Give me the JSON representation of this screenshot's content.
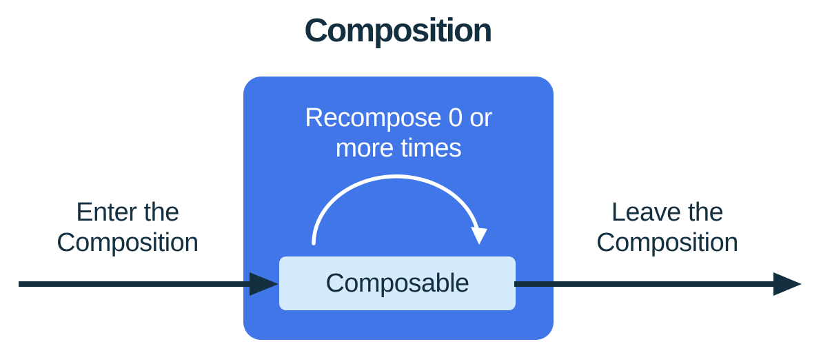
{
  "title": "Composition",
  "composition_box": {
    "recompose_lines": [
      "Recompose 0 or",
      "more times"
    ],
    "node_label": "Composable"
  },
  "enter_label_lines": [
    "Enter the",
    "Composition"
  ],
  "leave_label_lines": [
    "Leave the",
    "Composition"
  ],
  "icons": {
    "enter_arrow": "right-arrow",
    "leave_arrow": "right-arrow",
    "recompose_arrow": "clockwise-arc-arrow"
  },
  "colors": {
    "container_blue": "#4076E8",
    "node_light_blue": "#D5EAFC",
    "ink_navy": "#132F40",
    "arc_white": "#FFFFFF",
    "background": "#FFFFFF"
  }
}
